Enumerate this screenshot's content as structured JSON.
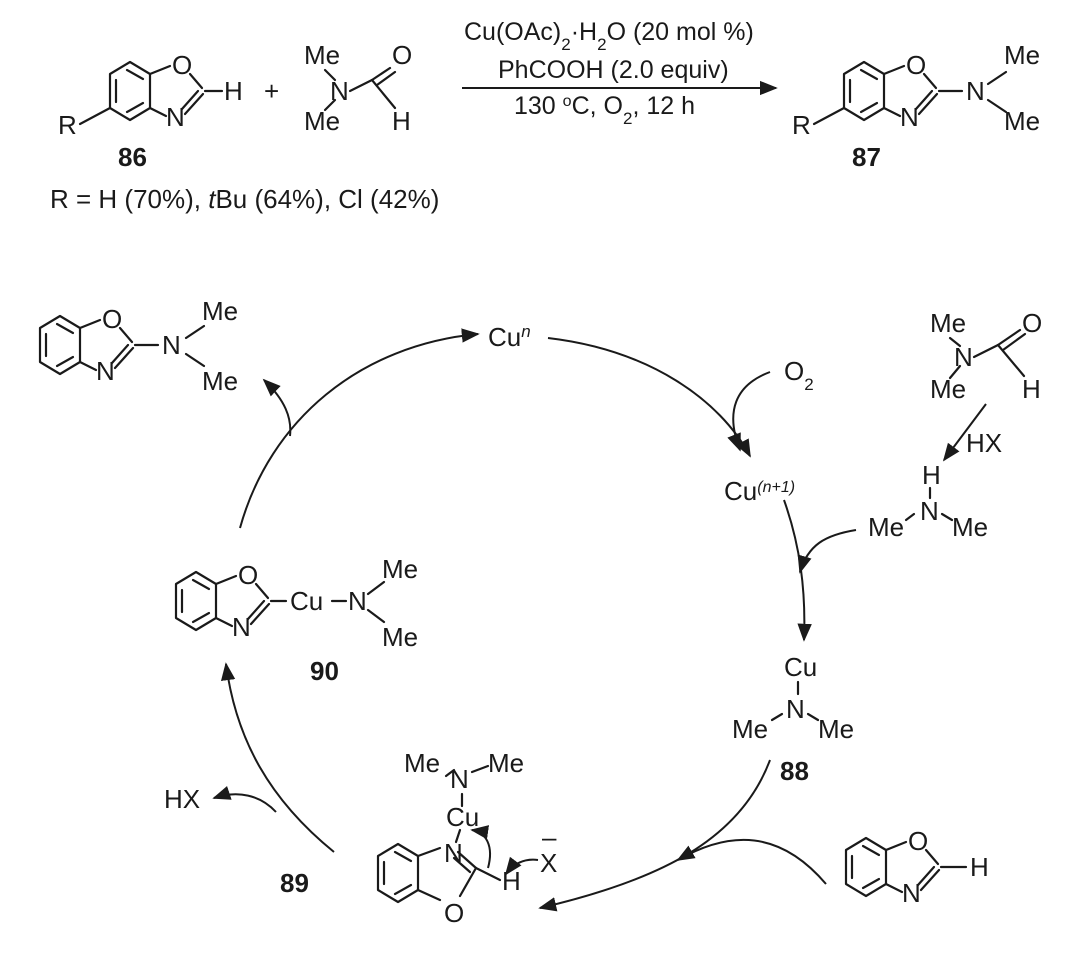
{
  "scheme": {
    "atoms": {
      "o": "O",
      "n": "N",
      "h": "H",
      "me": "Me",
      "r": "R",
      "cu": "Cu",
      "x": "X",
      "x_charge": "–",
      "o2": "O",
      "o2_sub": "2",
      "cu_n_sup": "n",
      "cu_n1_sup": "(n+1)"
    },
    "plus": "+",
    "conditions": {
      "line1_main": "Cu(OAc)",
      "line1_sub": "2",
      "line1_rest": "·H",
      "line1_sub2": "2",
      "line1_end": "O (20 mol %)",
      "line2": "PhCOOH (2.0 equiv)",
      "line3_pre": "130 ",
      "line3_sup": "o",
      "line3_mid": "C, O",
      "line3_sub": "2",
      "line3_end": ", 12 h"
    },
    "yields": {
      "prefix": "R = H (70%), ",
      "tbu_italic": "t",
      "tbu_rest": "Bu (64%), Cl (42%)"
    },
    "labels": {
      "c86": "86",
      "c87": "87",
      "c88": "88",
      "c89": "89",
      "c90": "90",
      "hx": "HX",
      "cu_n_bond": "Cu",
      "cu_dash": "–"
    }
  }
}
